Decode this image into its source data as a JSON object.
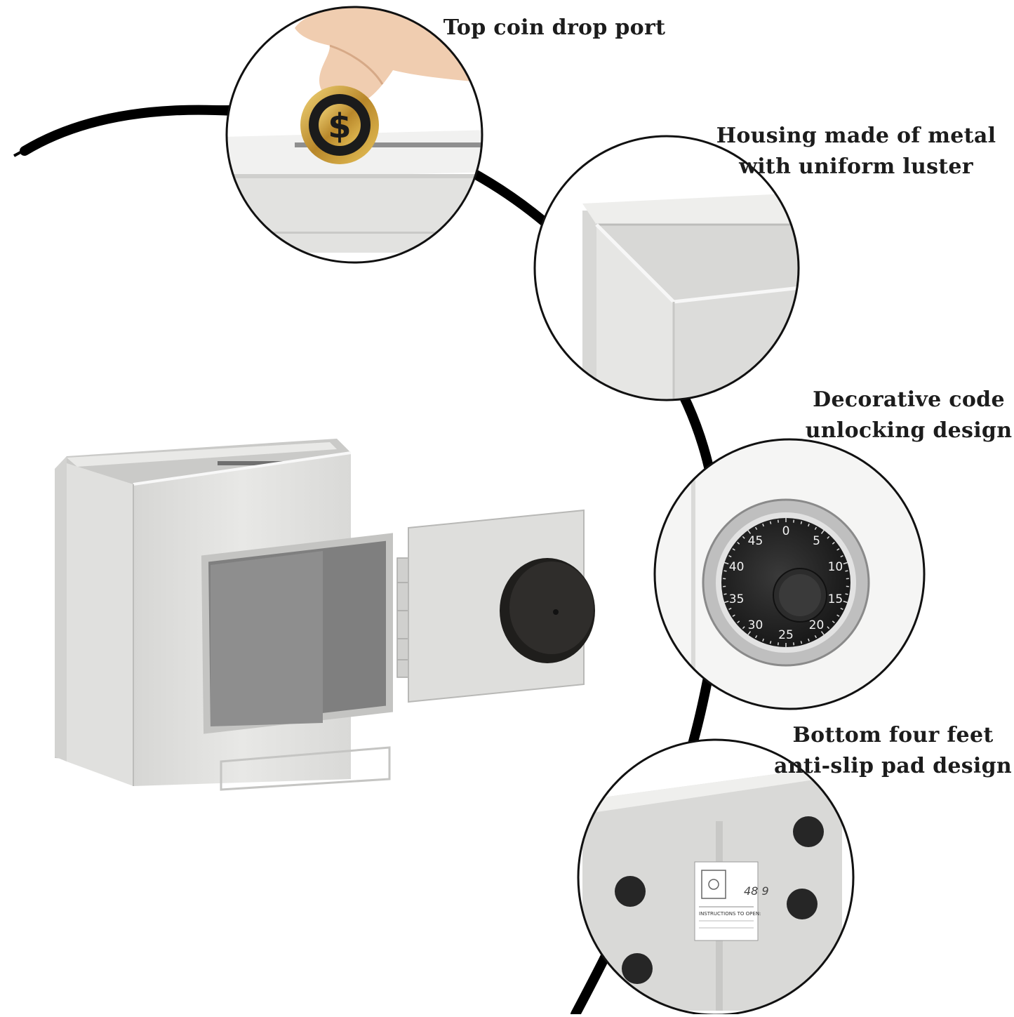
{
  "callouts": {
    "top_coin": {
      "line1": "Top coin drop port"
    },
    "metal_housing": {
      "line1": "Housing made of metal",
      "line2": "with uniform luster"
    },
    "code_unlock": {
      "line1": "Decorative code",
      "line2": "unlocking design"
    },
    "anti_slip": {
      "line1": "Bottom four feet",
      "line2": "anti-slip pad design"
    }
  },
  "coin": {
    "symbol": "$"
  },
  "dial": {
    "numbers": [
      "0",
      "5",
      "10",
      "15",
      "20",
      "25",
      "30",
      "35",
      "40",
      "45"
    ]
  },
  "bottom_label": {
    "heading": "INSTRUCTIONS TO OPEN:",
    "handwritten": "48 9"
  },
  "colors": {
    "background": "#ffffff",
    "safe_body": "#e4e4e2",
    "knob": "#2d2b29",
    "arc": "#000000",
    "coin_gold": "#c9a23a"
  }
}
